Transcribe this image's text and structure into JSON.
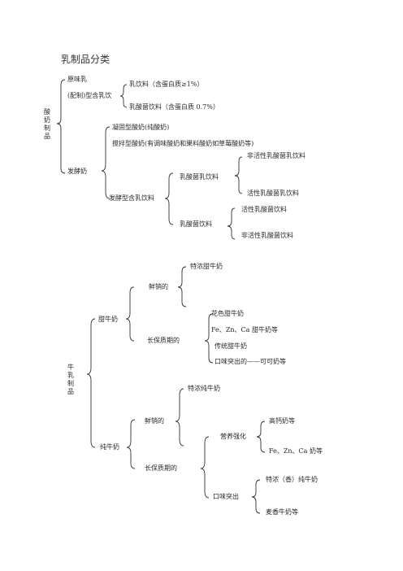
{
  "title": "乳制品分类",
  "sections": {
    "acid": {
      "label": "酸奶制品",
      "yuanwei": "原味乳",
      "peizhi": "(配制)型含乳饮",
      "ruyin": "乳饮料（含蛋白质≥1%）",
      "rusuanjun": "乳酸菌饮料（含蛋白质 0.7%）",
      "ningu": "凝固型酸奶(纯酸奶)",
      "jiaoban": "搅拌型酸奶(有调味酸奶和果料酸奶如草莓酸奶等)",
      "fajiao": "发酵奶",
      "fajiao_han": "发酵型含乳饮料",
      "rsj_ruyin": "乳酸菌乳饮料",
      "rsj_yin": "乳酸菌饮料",
      "fei_rsj_ru": "非活性乳酸菌乳饮料",
      "huo_rsj_ru": "活性乳酸菌乳饮料",
      "huo_rsj": "活性乳酸菌饮料",
      "fei_rsj": "非活性乳酸菌饮料"
    },
    "milk": {
      "label": "牛乳制品",
      "tian": "甜牛奶",
      "xian1": "鲜销的",
      "tenong_tian": "特浓甜牛奶",
      "baozhi1": "长保质期的",
      "huase": "花色甜牛奶",
      "fe_tian": "Fe、Zn、Ca 甜牛奶等",
      "chuantong": "传统甜牛奶",
      "kouwei_cocoa": "口味突出的——可可奶等",
      "chun": "纯牛奶",
      "tenong_chun": "特浓纯牛奶",
      "xian2": "鲜销的",
      "baozhi2": "长保质期的",
      "yingyang": "营养强化",
      "gaogai": "高钙奶等",
      "fe_chun": "Fe、Zn、Ca 奶等",
      "kouwei": "口味突出",
      "tenong_xiang": "特浓（香）纯牛奶",
      "maixiang": "麦香牛奶等"
    }
  }
}
